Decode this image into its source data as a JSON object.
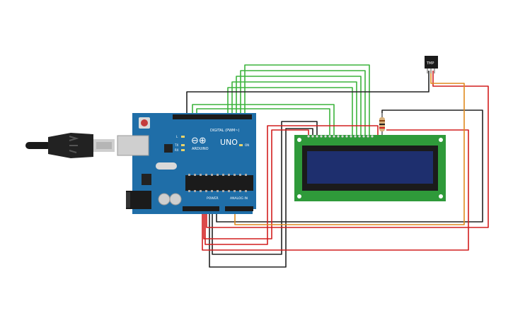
{
  "arduino": {
    "brand": "ARDUINO",
    "model": "UNO",
    "header_digital": "DIGITAL (PWM~)",
    "header_power": "POWER",
    "header_analog": "ANALOG IN",
    "led_on": "ON",
    "led_tx": "TX",
    "led_rx": "RX",
    "led_l": "L",
    "logo_symbol": "⊖⊕"
  },
  "sensor": {
    "label": "TMP"
  },
  "lcd": {
    "background": "#1e2f6e"
  },
  "colors": {
    "board": "#1f6ea8",
    "wire_green": "#3cb43c",
    "wire_black": "#222222",
    "wire_red": "#d21e1e",
    "wire_orange": "#e08a1e",
    "lcd_pcb": "#2f9a3a"
  }
}
